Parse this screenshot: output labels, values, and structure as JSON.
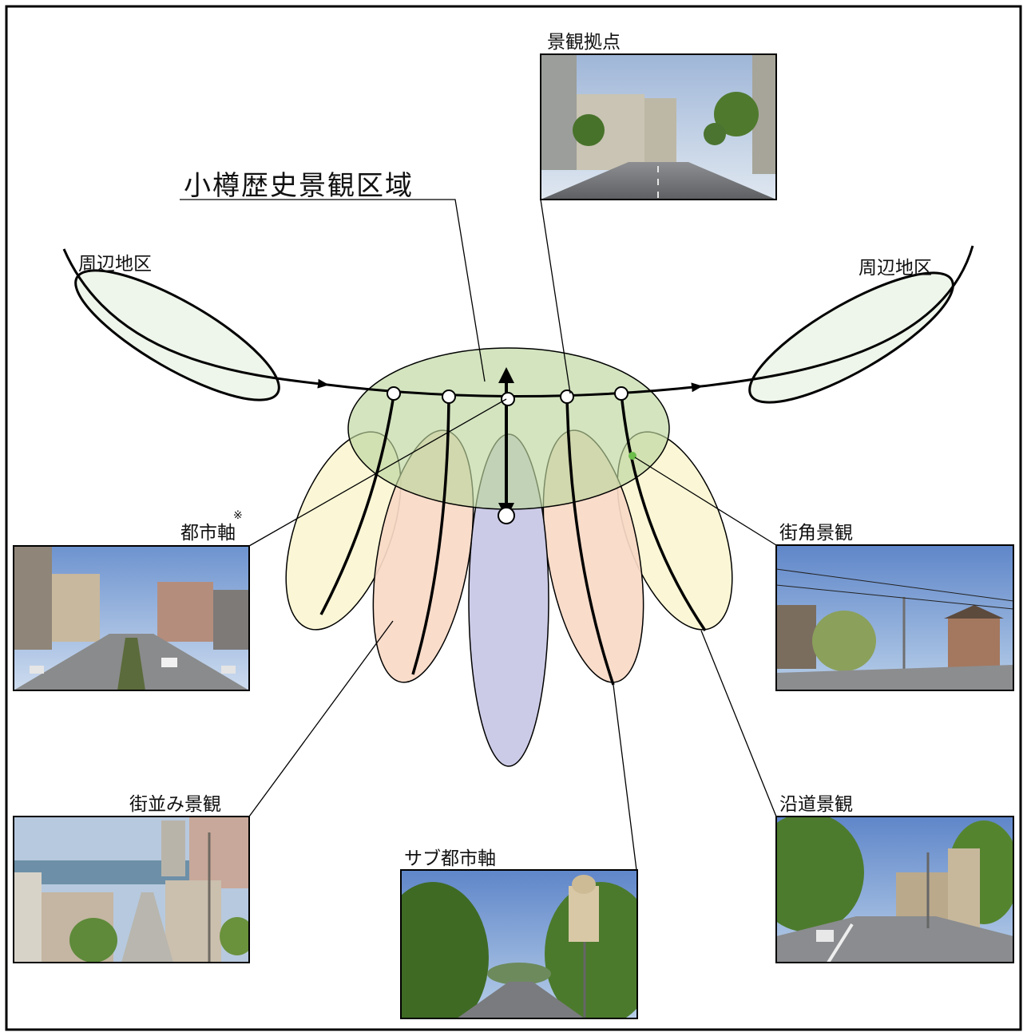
{
  "title": "小樽歴史景観区域",
  "labels": {
    "landmark": "景観拠点",
    "periphery_left": "周辺地区",
    "periphery_right": "周辺地区",
    "city_axis": "都市軸",
    "city_axis_mark": "※",
    "corner": "街角景観",
    "streetscape": "街並み景観",
    "sub_axis": "サブ都市軸",
    "roadside": "沿道景観"
  },
  "colors": {
    "core_ellipse": "#cfe2b4",
    "periphery_ellipse": "#eef5ea",
    "yellow_petal": "#fbf6d2",
    "orange_petal": "#f8d9c6",
    "blue_petal": "#c9c8e6",
    "frame": "#000000"
  },
  "photos": {
    "landmark": "street-photo-historic-buildings",
    "city_axis": "street-photo-wide-avenue",
    "corner": "street-photo-corner-brick-building",
    "streetscape": "street-photo-town-slope",
    "sub_axis": "street-photo-tree-lined-tower",
    "roadside": "street-photo-tree-lined-road"
  }
}
